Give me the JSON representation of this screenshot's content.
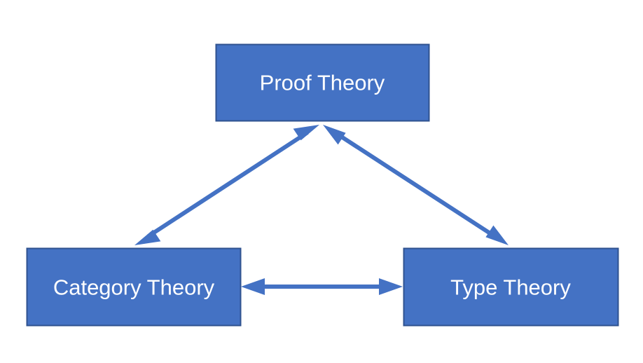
{
  "nodes": {
    "proof": {
      "label": "Proof Theory"
    },
    "category": {
      "label": "Category Theory"
    },
    "type": {
      "label": "Type Theory"
    }
  },
  "edges": [
    {
      "from": "proof",
      "to": "category",
      "direction": "bidirectional"
    },
    {
      "from": "proof",
      "to": "type",
      "direction": "bidirectional"
    },
    {
      "from": "category",
      "to": "type",
      "direction": "bidirectional"
    }
  ],
  "colors": {
    "node_fill": "#4472C4",
    "node_border": "#2F528F",
    "arrow": "#4472C4",
    "label": "#FFFFFF",
    "background": "#FFFFFF"
  }
}
